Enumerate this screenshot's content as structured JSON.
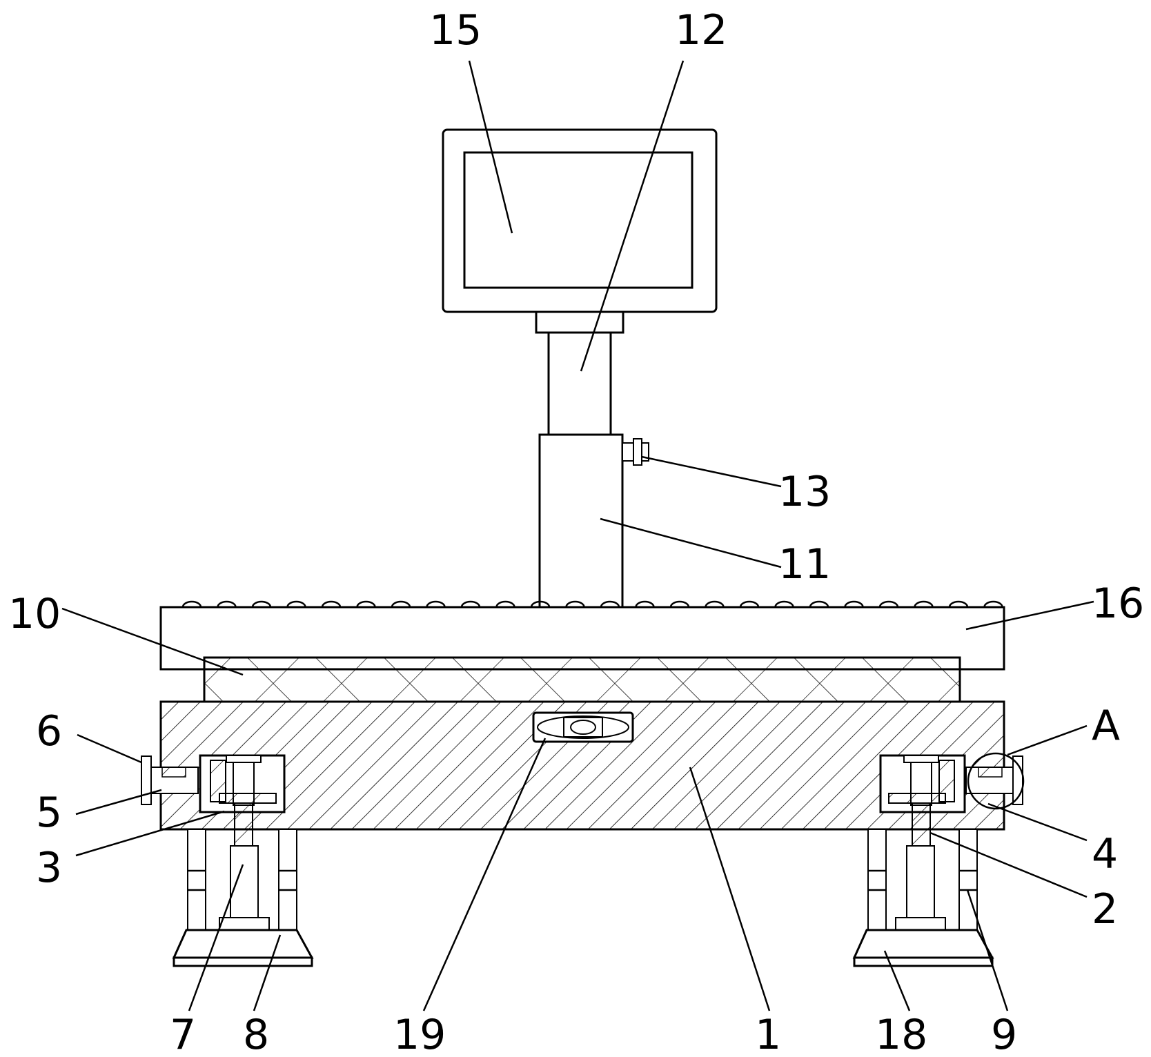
{
  "labels": {
    "l15": "15",
    "l12": "12",
    "l13": "13",
    "l11": "11",
    "l10": "10",
    "l16": "16",
    "l6": "6",
    "lA": "A",
    "l5": "5",
    "l4": "4",
    "l3": "3",
    "l2": "2",
    "l7": "7",
    "l8": "8",
    "l19": "19",
    "l1": "1",
    "l18": "18",
    "l9": "9"
  }
}
